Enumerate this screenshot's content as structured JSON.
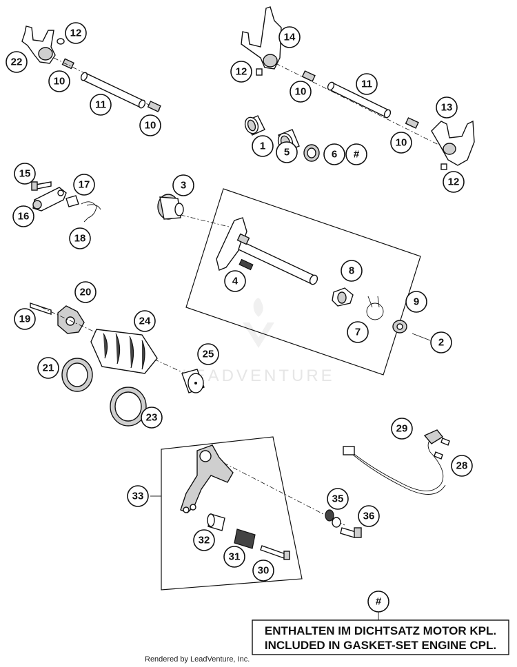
{
  "callouts": [
    {
      "id": "c22",
      "label": "22"
    },
    {
      "id": "c12a",
      "label": "12"
    },
    {
      "id": "c10a",
      "label": "10"
    },
    {
      "id": "c11a",
      "label": "11"
    },
    {
      "id": "c10b",
      "label": "10"
    },
    {
      "id": "c14",
      "label": "14"
    },
    {
      "id": "c12b",
      "label": "12"
    },
    {
      "id": "c10c",
      "label": "10"
    },
    {
      "id": "c11b",
      "label": "11"
    },
    {
      "id": "c13",
      "label": "13"
    },
    {
      "id": "c1",
      "label": "1"
    },
    {
      "id": "c5",
      "label": "5"
    },
    {
      "id": "c6",
      "label": "6"
    },
    {
      "id": "chash",
      "label": "#"
    },
    {
      "id": "c10d",
      "label": "10"
    },
    {
      "id": "c12c",
      "label": "12"
    },
    {
      "id": "c15",
      "label": "15"
    },
    {
      "id": "c17",
      "label": "17"
    },
    {
      "id": "c16",
      "label": "16"
    },
    {
      "id": "c18",
      "label": "18"
    },
    {
      "id": "c3",
      "label": "3"
    },
    {
      "id": "c4",
      "label": "4"
    },
    {
      "id": "c8",
      "label": "8"
    },
    {
      "id": "c9",
      "label": "9"
    },
    {
      "id": "c7",
      "label": "7"
    },
    {
      "id": "c2",
      "label": "2"
    },
    {
      "id": "c20",
      "label": "20"
    },
    {
      "id": "c19",
      "label": "19"
    },
    {
      "id": "c24",
      "label": "24"
    },
    {
      "id": "c25",
      "label": "25"
    },
    {
      "id": "c21",
      "label": "21"
    },
    {
      "id": "c23",
      "label": "23"
    },
    {
      "id": "c29",
      "label": "29"
    },
    {
      "id": "c28",
      "label": "28"
    },
    {
      "id": "c33",
      "label": "33"
    },
    {
      "id": "c35",
      "label": "35"
    },
    {
      "id": "c36",
      "label": "36"
    },
    {
      "id": "c32",
      "label": "32"
    },
    {
      "id": "c31",
      "label": "31"
    },
    {
      "id": "c30",
      "label": "30"
    },
    {
      "id": "cnote",
      "label": "#"
    }
  ],
  "note": {
    "line1": "ENTHALTEN IM DICHTSATZ MOTOR KPL.",
    "line2": "INCLUDED IN GASKET-SET ENGINE CPL."
  },
  "watermark": "LEADVENTURE",
  "credit": "Rendered by LeadVenture, Inc."
}
